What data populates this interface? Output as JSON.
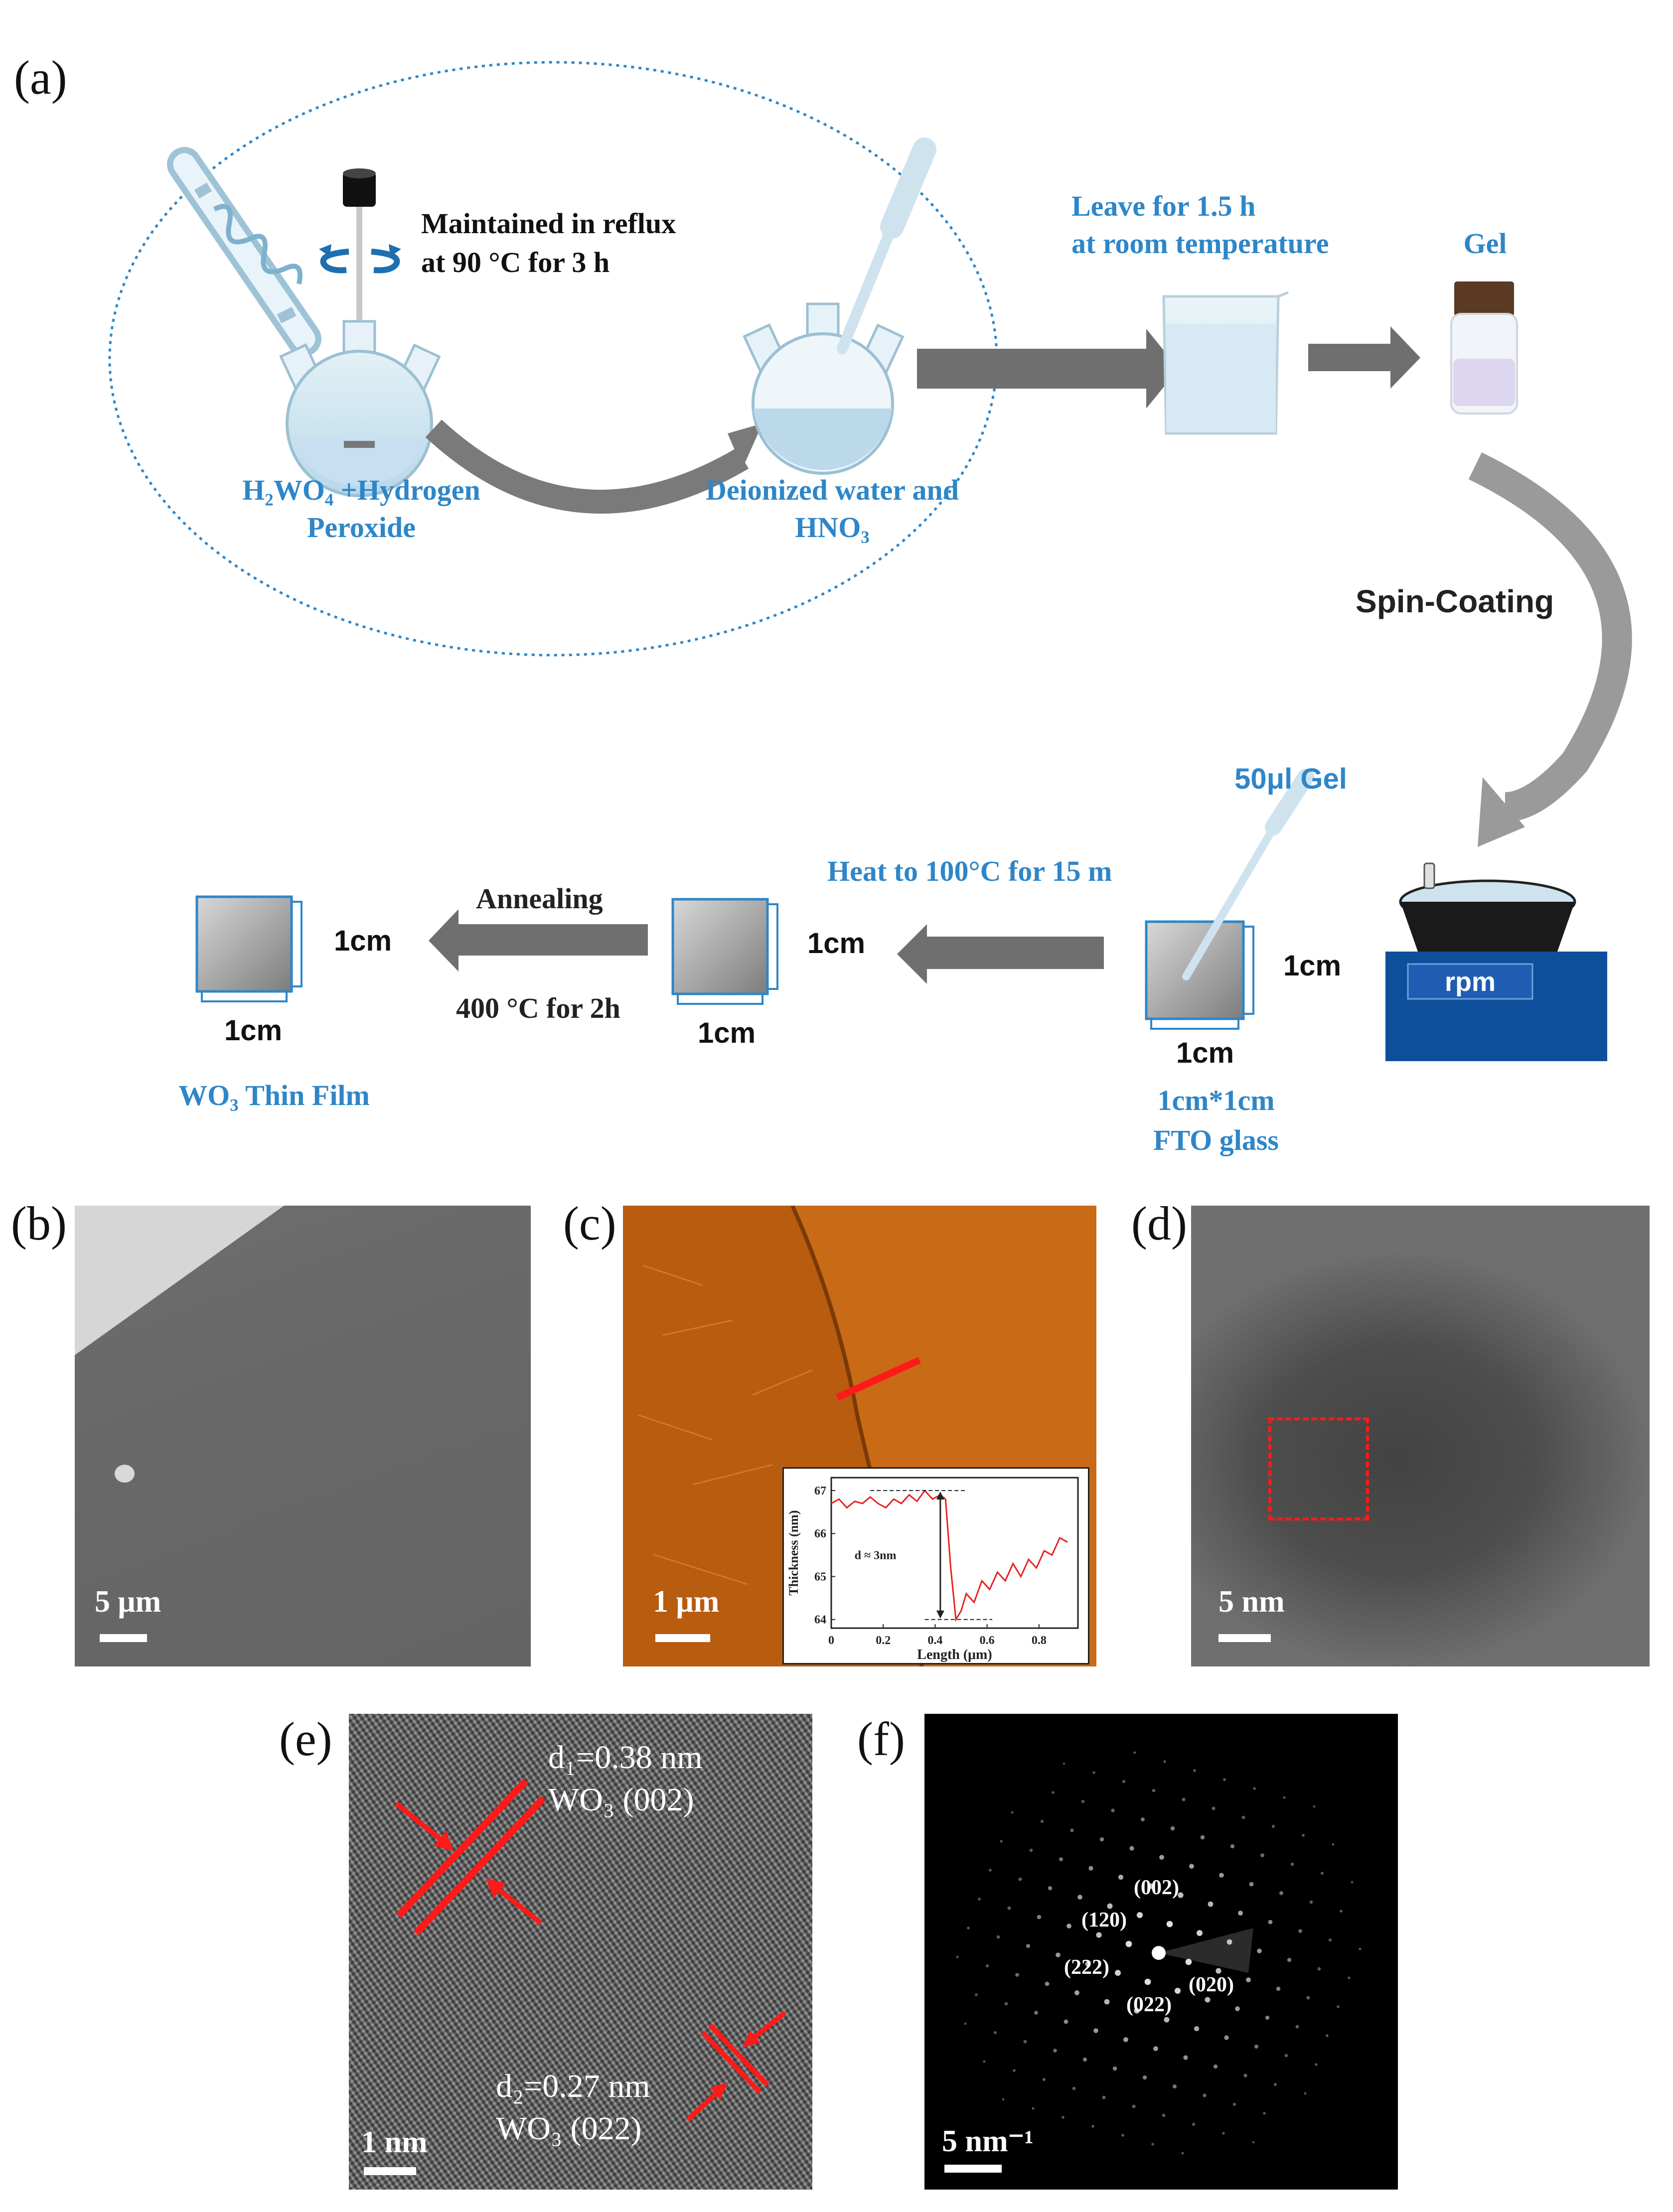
{
  "panel_a": {
    "letter": "(a)",
    "reflux_text": "Maintained  in reflux\nat 90 °C for 3 h",
    "reagent1_line1": "H₂WO₄ +Hydrogen",
    "reagent1_line2": "Peroxide",
    "reagent2_line1": "Deionized  water and",
    "reagent2_line2": "HNO₃",
    "leave_line1": "Leave for 1.5 h",
    "leave_line2": "at room temperature",
    "gel_label": "Gel",
    "spin_label": "Spin-Coating",
    "gel_volume": "50μl Gel",
    "rpm_label": "rpm",
    "heat_label": "Heat  to 100°C for 15 m",
    "annealing_label": "Annealing",
    "annealing_cond": "400 °C for 2h",
    "dim_1cm": "1cm",
    "fto_line1": "1cm*1cm",
    "fto_line2": "FTO glass",
    "film_label": "WO₃ Thin Film",
    "colors": {
      "accent_blue": "#2e86c8",
      "arrow_gray": "#7a7a7a",
      "stage_blue": "#0d4f9a"
    }
  },
  "panel_b": {
    "letter": "(b)",
    "scale": "5 μm"
  },
  "panel_c": {
    "letter": "(c)",
    "scale": "1 μm",
    "inset": {
      "ylabel": "Thickness (nm)",
      "xlabel": "Length (μm)",
      "annotation": "d ≈ 3nm",
      "xticks": [
        "0",
        "0.2",
        "0.4",
        "0.6",
        "0.8"
      ],
      "yticks": [
        "64",
        "65",
        "66",
        "67"
      ]
    }
  },
  "panel_d": {
    "letter": "(d)",
    "scale": "5 nm"
  },
  "panel_e": {
    "letter": "(e)",
    "scale": "1 nm",
    "d1": "d₁=0.38 nm",
    "plane1": "WO₃ (002)",
    "d2": "d₂=0.27 nm",
    "plane2": "WO₃ (022)"
  },
  "panel_f": {
    "letter": "(f)",
    "scale": "5 nm⁻¹",
    "spots": [
      "(002)",
      "(120)",
      "(222)",
      "(020)",
      "(022)"
    ]
  },
  "chart_data": {
    "type": "line",
    "title": "",
    "xlabel": "Length (μm)",
    "ylabel": "Thickness (nm)",
    "xlim": [
      0,
      0.95
    ],
    "ylim": [
      63.8,
      67.3
    ],
    "annotation": "d ≈ 3nm",
    "x": [
      0.0,
      0.03,
      0.06,
      0.09,
      0.12,
      0.15,
      0.18,
      0.21,
      0.24,
      0.27,
      0.3,
      0.33,
      0.36,
      0.39,
      0.42,
      0.44,
      0.46,
      0.48,
      0.5,
      0.52,
      0.55,
      0.58,
      0.61,
      0.64,
      0.67,
      0.7,
      0.73,
      0.76,
      0.79,
      0.82,
      0.85,
      0.88,
      0.91
    ],
    "series": [
      {
        "values": [
          66.7,
          66.8,
          66.6,
          66.75,
          66.7,
          66.85,
          66.7,
          66.6,
          66.8,
          66.7,
          66.9,
          66.75,
          67.0,
          66.8,
          66.9,
          66.8,
          65.2,
          64.0,
          64.2,
          64.6,
          64.4,
          64.9,
          64.7,
          65.1,
          64.9,
          65.3,
          65.0,
          65.4,
          65.2,
          65.6,
          65.5,
          65.9,
          65.8
        ]
      }
    ]
  }
}
